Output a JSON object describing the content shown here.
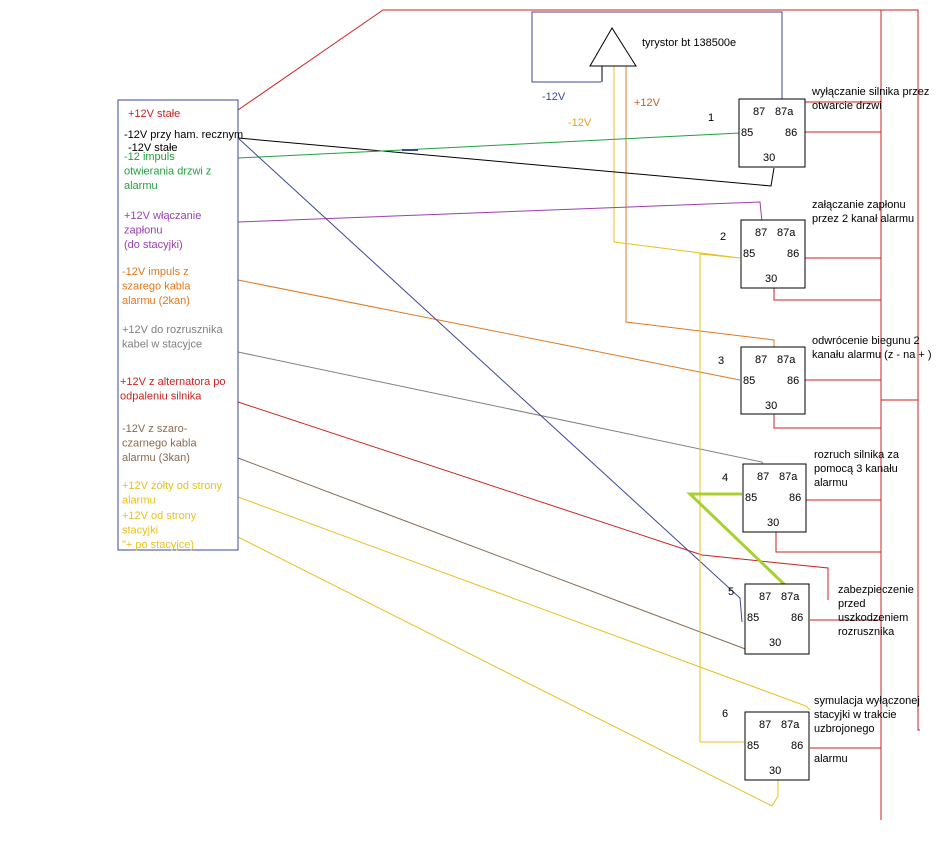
{
  "thyristor": {
    "label": "tyrystor bt 138500e"
  },
  "wire_labels": {
    "minus_blue": "-12V",
    "minus_yellow": "-12V",
    "plus_orange": "+12V"
  },
  "legend": [
    {
      "lines": [
        "+12V stałe"
      ],
      "color": "#cc2222"
    },
    {
      "lines": [
        "-12V przy ham. recznym"
      ],
      "color": "#000000"
    },
    {
      "lines": [
        "-12V stałe"
      ],
      "color": "#000000"
    },
    {
      "lines": [
        "-12 impuls",
        "otwierania drzwi z",
        "alarmu"
      ],
      "color": "#22a040"
    },
    {
      "lines": [
        "+12V włączanie",
        "zapłonu",
        "(do stacyjki)"
      ],
      "color": "#9b3fb0"
    },
    {
      "lines": [
        "-12V impuls z",
        "szarego kabla",
        "alarmu (2kan)"
      ],
      "color": "#e07820"
    },
    {
      "lines": [
        "+12V do rozrusznika",
        "kabel w stacyjce"
      ],
      "color": "#808080"
    },
    {
      "lines": [
        "+12V z alternatora po",
        "odpaleniu silnika"
      ],
      "color": "#cc2222"
    },
    {
      "lines": [
        "-12V z szaro-",
        "czarnego kabla",
        "alarmu (3kan)"
      ],
      "color": "#8a6a50"
    },
    {
      "lines": [
        "+12V żółty od strony",
        "alarmu"
      ],
      "color": "#e8c020"
    },
    {
      "lines": [
        "+12V od strony",
        "stacyjki",
        "\"+ po stacyjce)"
      ],
      "color": "#e8c020"
    }
  ],
  "relays": [
    {
      "number": "1",
      "terminals": [
        "87",
        "87a",
        "85",
        "86",
        "30"
      ],
      "description": [
        "wyłączanie silnika przez",
        "otwarcie drzwi"
      ]
    },
    {
      "number": "2",
      "terminals": [
        "87",
        "87a",
        "85",
        "86",
        "30"
      ],
      "description": [
        "załączanie zapłonu",
        "przez 2 kanał alarmu"
      ]
    },
    {
      "number": "3",
      "terminals": [
        "87",
        "87a",
        "85",
        "86",
        "30"
      ],
      "description": [
        "odwrócenie biegunu 2",
        "kanału alarmu (z - na + )"
      ]
    },
    {
      "number": "4",
      "terminals": [
        "87",
        "87a",
        "85",
        "86",
        "30"
      ],
      "description": [
        "rozruch silnika za",
        "pomocą 3 kanału",
        "alarmu"
      ]
    },
    {
      "number": "5",
      "terminals": [
        "87",
        "87a",
        "85",
        "86",
        "30"
      ],
      "description": [
        "zabezpieczenie",
        "przed",
        "uszkodzeniem",
        "rozrusznika"
      ]
    },
    {
      "number": "6",
      "terminals": [
        "87",
        "87a",
        "85",
        "86",
        "30"
      ],
      "description": [
        "symulacja wyłączonej",
        "stacyjki w trakcie",
        "uzbrojonego"
      ],
      "extra": "alarmu"
    }
  ],
  "colors": {
    "red": "#cc2222",
    "green": "#22a040",
    "purple": "#9b3fb0",
    "orange": "#e07820",
    "gray": "#808080",
    "brown": "#8a6a50",
    "yellow": "#e8c020",
    "blue": "#3a4a9a",
    "lime": "#a8d030",
    "black": "#000000"
  }
}
